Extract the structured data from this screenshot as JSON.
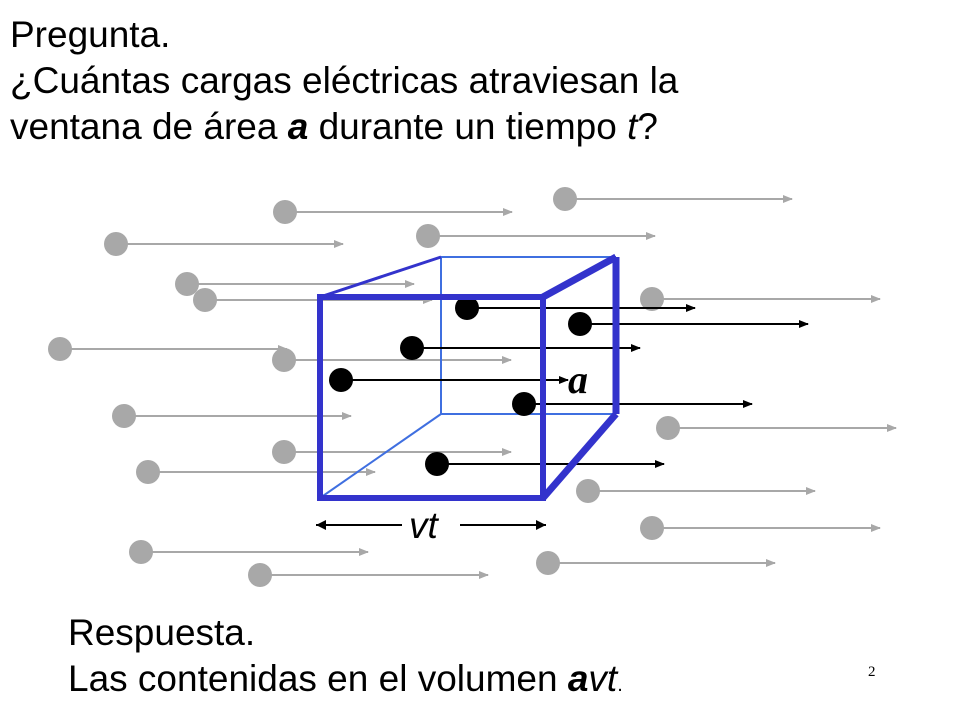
{
  "question": {
    "line1": "Pregunta.",
    "line2": "¿Cuántas cargas eléctricas atraviesan la",
    "line3_a": "ventana de área ",
    "line3_b": "a",
    "line3_c": " durante un tiempo ",
    "line3_d": "t",
    "line3_e": "?"
  },
  "answer": {
    "line1": "Respuesta.",
    "line2_a": "Las contenidas en el volumen ",
    "line2_b": "a",
    "line2_c": "vt",
    "line2_d": "."
  },
  "diagram": {
    "window_label": "a",
    "length_label": "vt"
  },
  "slide_number": "2",
  "colors": {
    "cube": "#3333cc",
    "cube_back": "#3f6fe0",
    "outside_charge": "#a8a8a8",
    "inside_charge": "#000000"
  }
}
